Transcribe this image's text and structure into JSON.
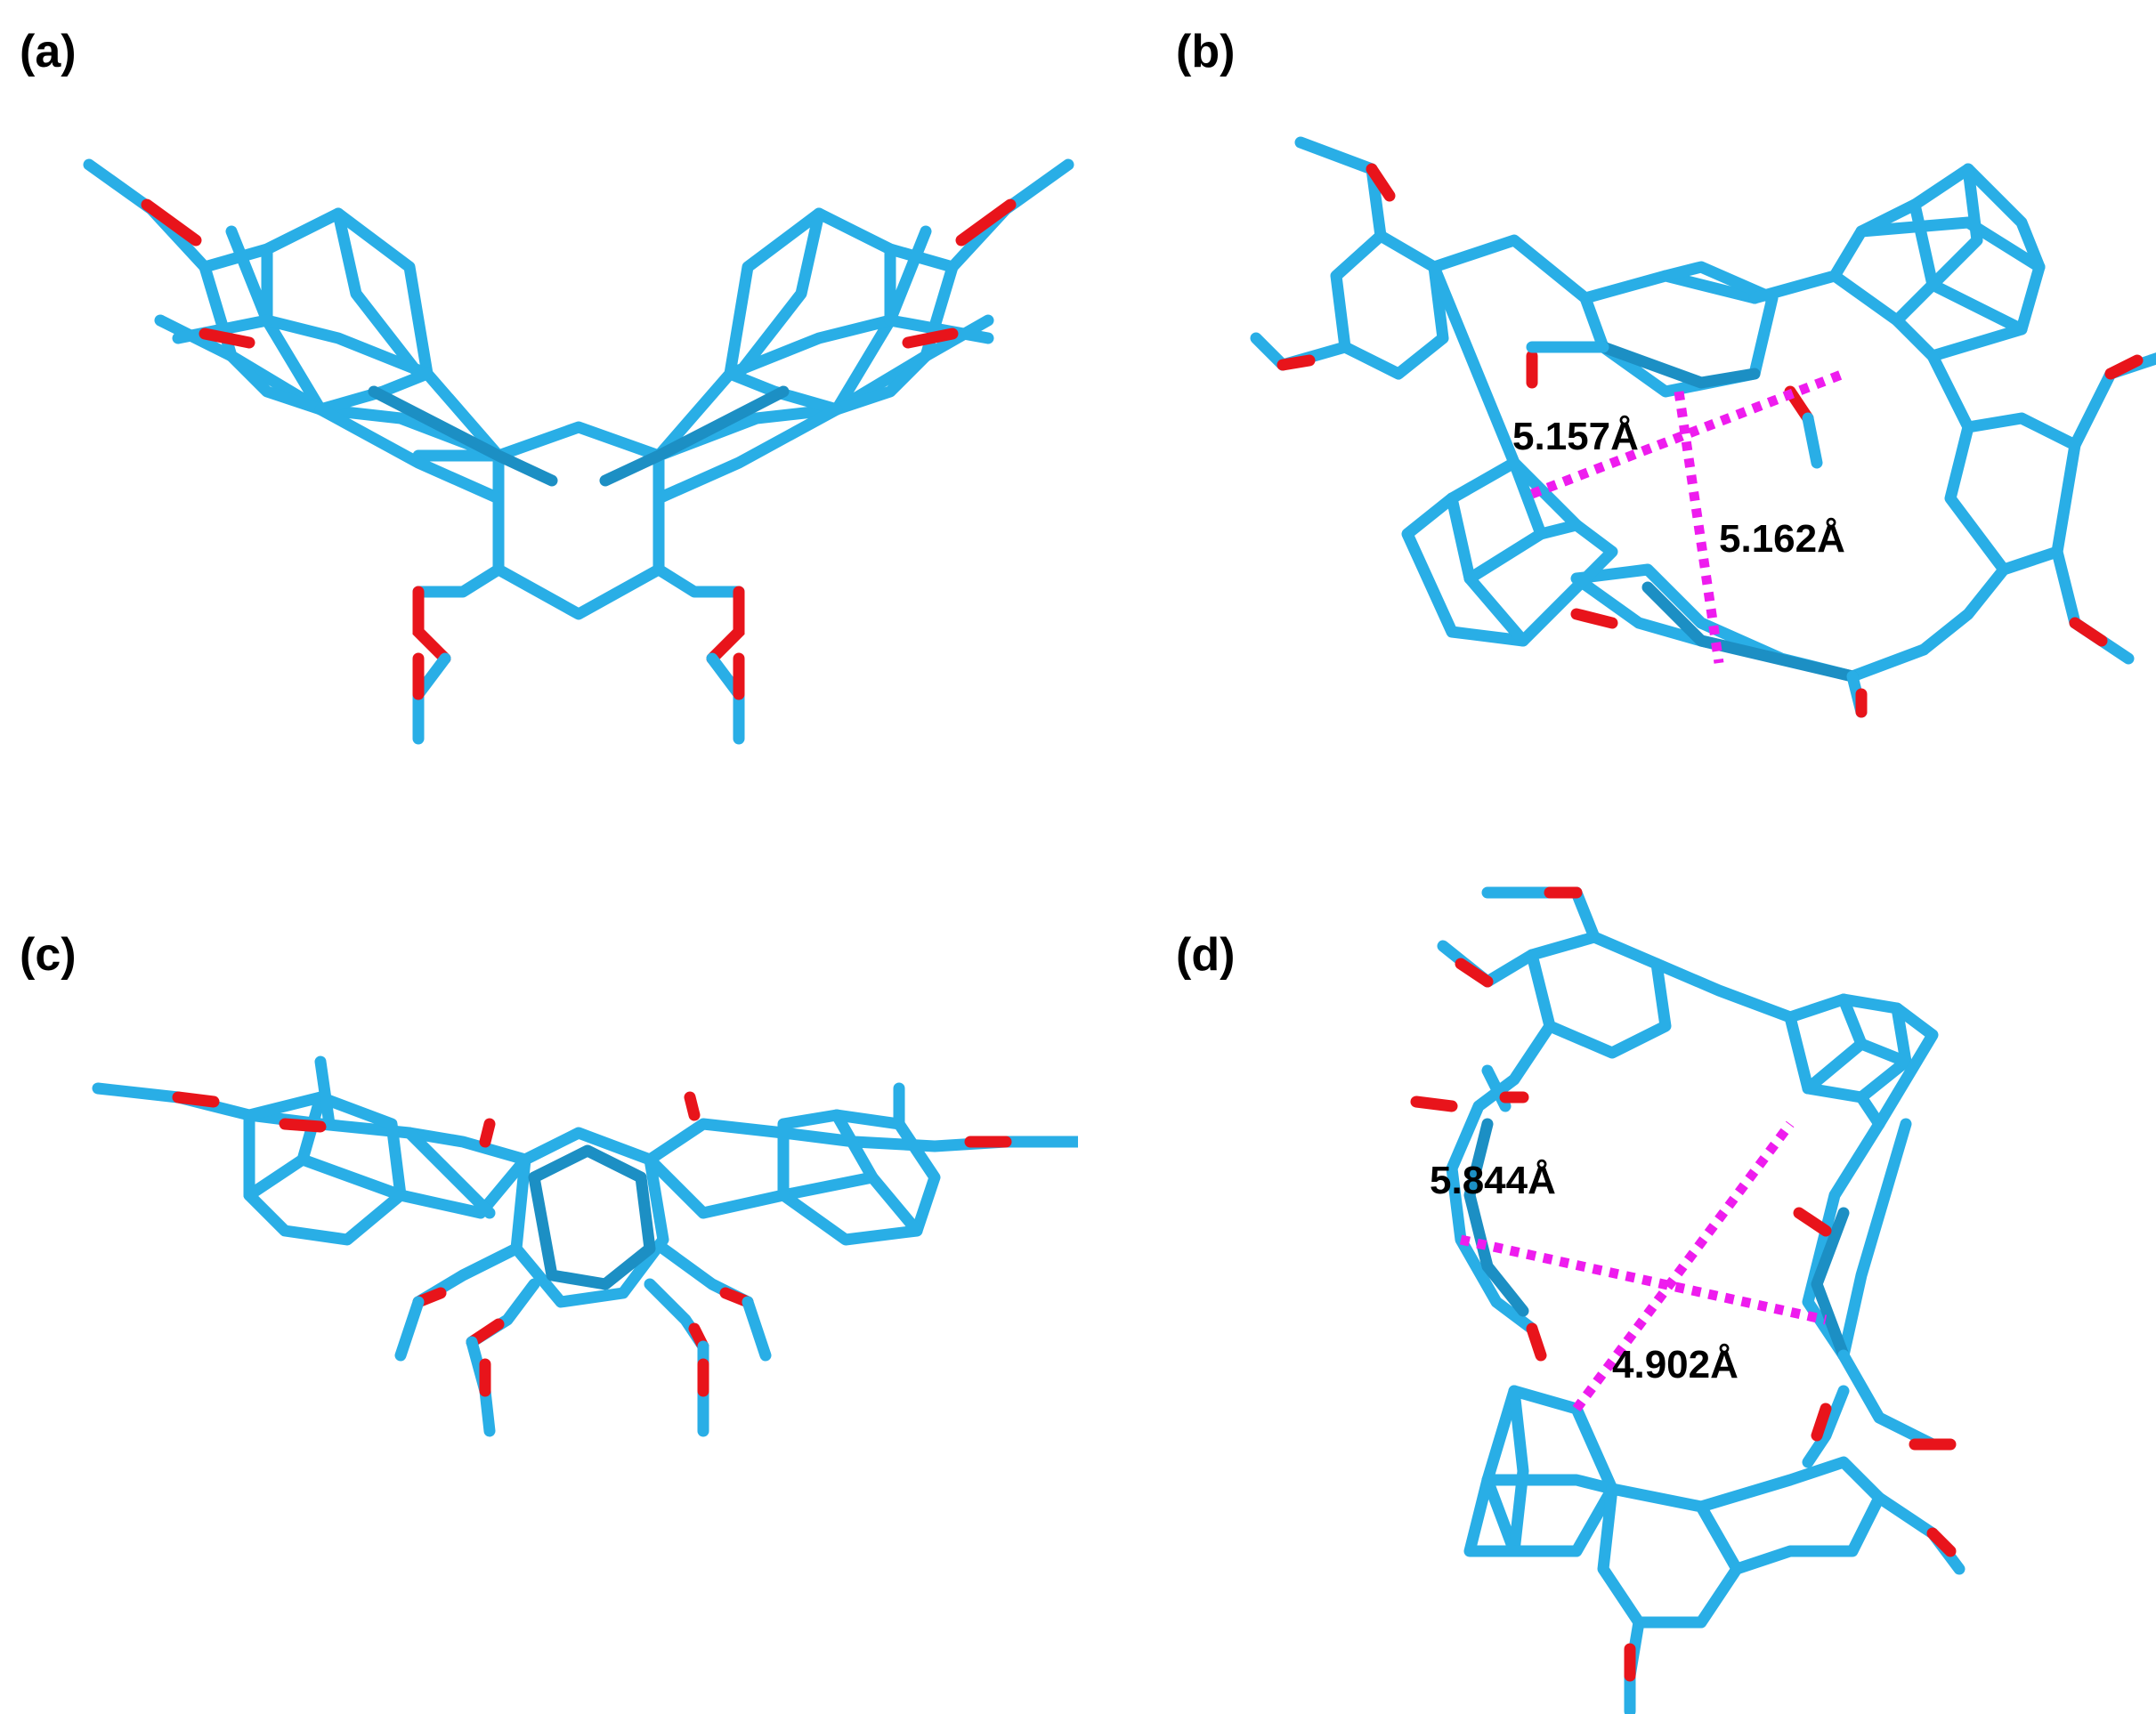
{
  "panels": [
    {
      "label": "(a)",
      "measurements": []
    },
    {
      "label": "(b)",
      "measurements": [
        "5.157Å",
        "5.162Å"
      ]
    },
    {
      "label": "(c)",
      "measurements": []
    },
    {
      "label": "(d)",
      "measurements": [
        "5.844Å",
        "4.902Å"
      ]
    }
  ],
  "colors": {
    "carbon": "#29aee6",
    "oxygen": "#e8141b",
    "distance_line": "#ee1cee"
  }
}
